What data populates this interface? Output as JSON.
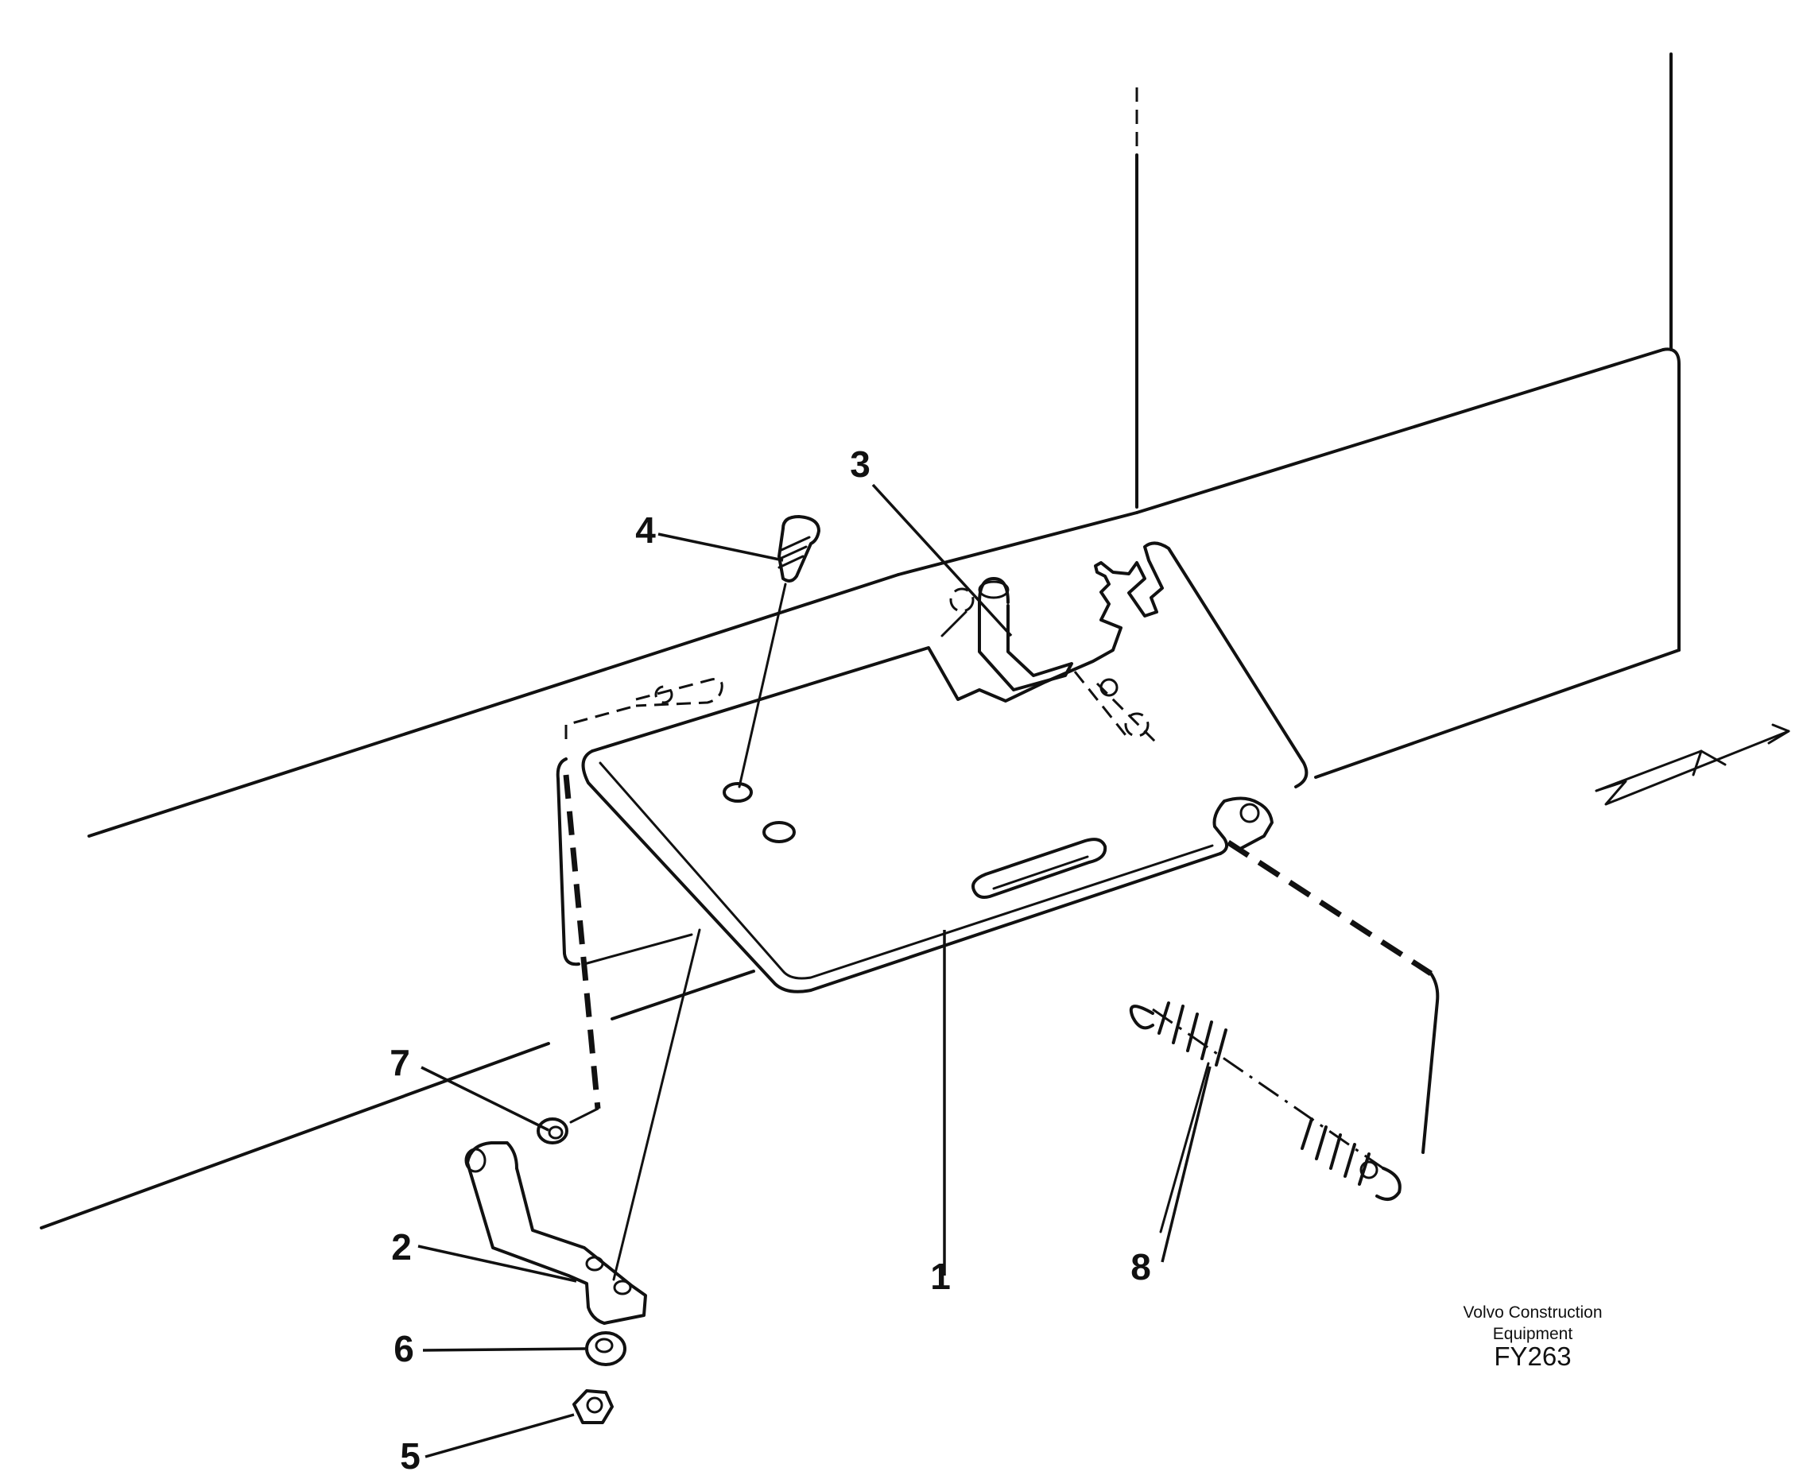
{
  "callouts": {
    "c1": "1",
    "c2": "2",
    "c3": "3",
    "c4": "4",
    "c5": "5",
    "c6": "6",
    "c7": "7",
    "c8": "8"
  },
  "footer": {
    "brand_line1": "Volvo Construction",
    "brand_line2": "Equipment",
    "figure_code": "FY263"
  }
}
